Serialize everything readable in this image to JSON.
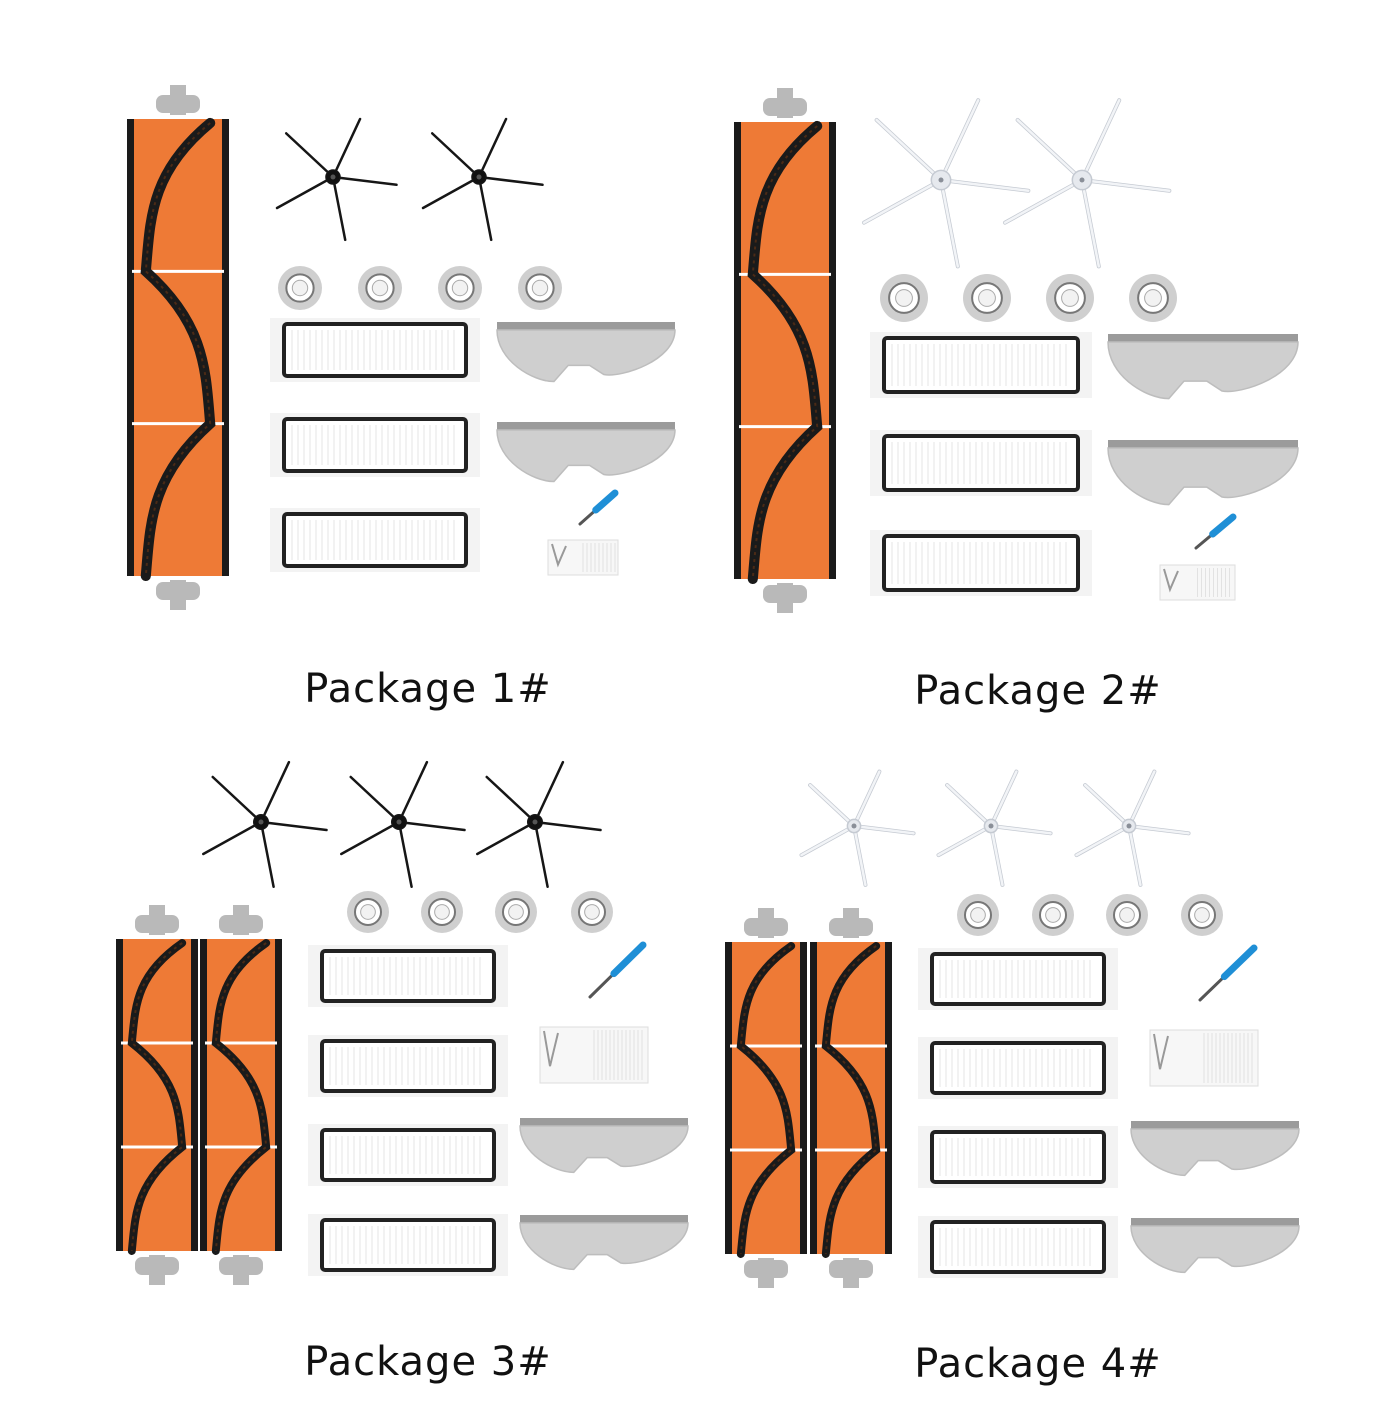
{
  "colors": {
    "brush_orange": "#ee7a36",
    "brush_dark": "#1a1a1a",
    "cap_gray": "#b9b9b9",
    "side_brush_black": "#161616",
    "side_brush_white": "#f2f4f7",
    "filter_frame": "#222222",
    "mop_gray": "#cfcfcf",
    "tool_blue": "#1f8fd6"
  },
  "packages": [
    {
      "label": "Package 1#",
      "main_brushes": 1,
      "side_brushes": 2,
      "side_brush_color": "black",
      "bearing_caps": 4,
      "filters": 3,
      "mops": 2,
      "screwdriver": true,
      "cleaning_tool": true
    },
    {
      "label": "Package 2#",
      "main_brushes": 1,
      "side_brushes": 2,
      "side_brush_color": "white",
      "bearing_caps": 4,
      "filters": 3,
      "mops": 2,
      "screwdriver": true,
      "cleaning_tool": true
    },
    {
      "label": "Package 3#",
      "main_brushes": 2,
      "side_brushes": 3,
      "side_brush_color": "black",
      "bearing_caps": 4,
      "filters": 4,
      "mops": 2,
      "screwdriver": true,
      "cleaning_tool": true
    },
    {
      "label": "Package 4#",
      "main_brushes": 2,
      "side_brushes": 3,
      "side_brush_color": "white",
      "bearing_caps": 4,
      "filters": 4,
      "mops": 2,
      "screwdriver": true,
      "cleaning_tool": true
    }
  ]
}
